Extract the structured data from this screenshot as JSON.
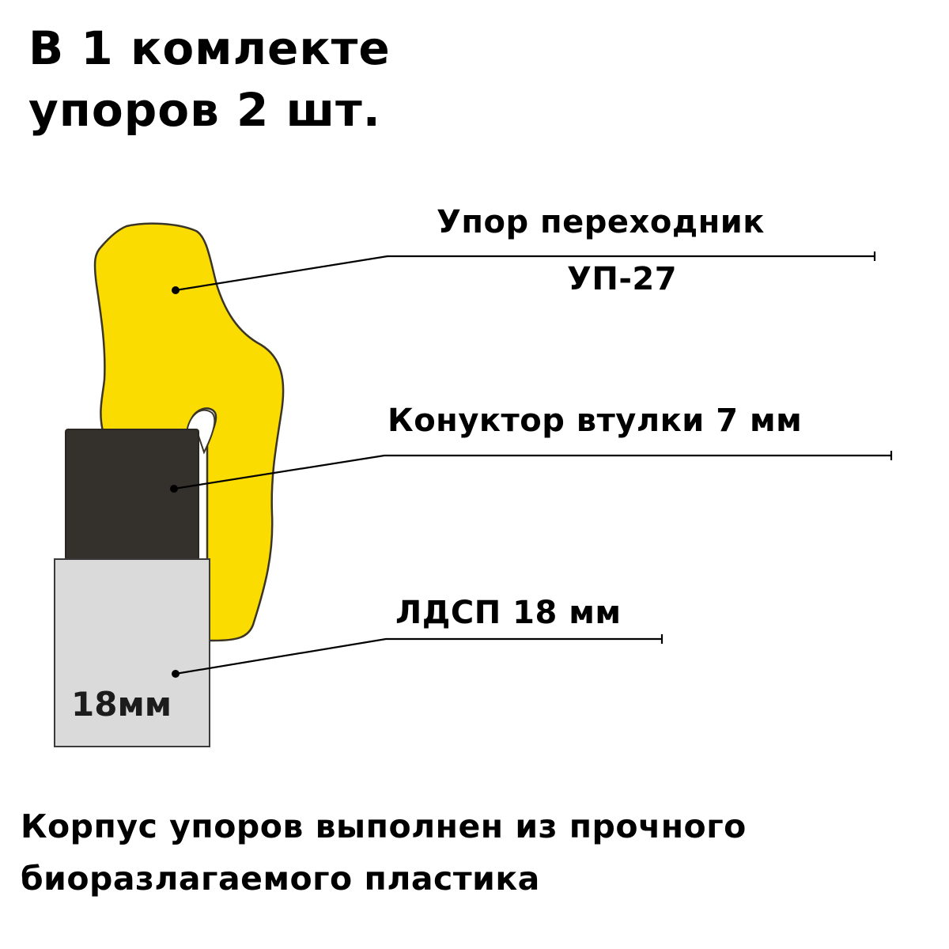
{
  "header": {
    "title_lines": [
      "В 1 комлекте",
      "упоров 2 шт."
    ]
  },
  "diagram": {
    "parts": [
      {
        "id": "adapter",
        "label_lines": [
          "Упор переходник",
          "УП-27"
        ],
        "color": "#fbdc00"
      },
      {
        "id": "bushing-jig",
        "label_lines": [
          "Конуктор втулки 7 мм"
        ],
        "color": "#34302b"
      },
      {
        "id": "chipboard",
        "label_lines": [
          "ЛДСП 18 мм"
        ],
        "color": "#dadada"
      }
    ],
    "chipboard_thickness_text": "18мм",
    "outline_color": "#3a3526",
    "leader_color": "#000000"
  },
  "footer": {
    "lines": [
      "Корпус упоров выполнен из прочного",
      "биоразлагаемого пластика"
    ]
  }
}
